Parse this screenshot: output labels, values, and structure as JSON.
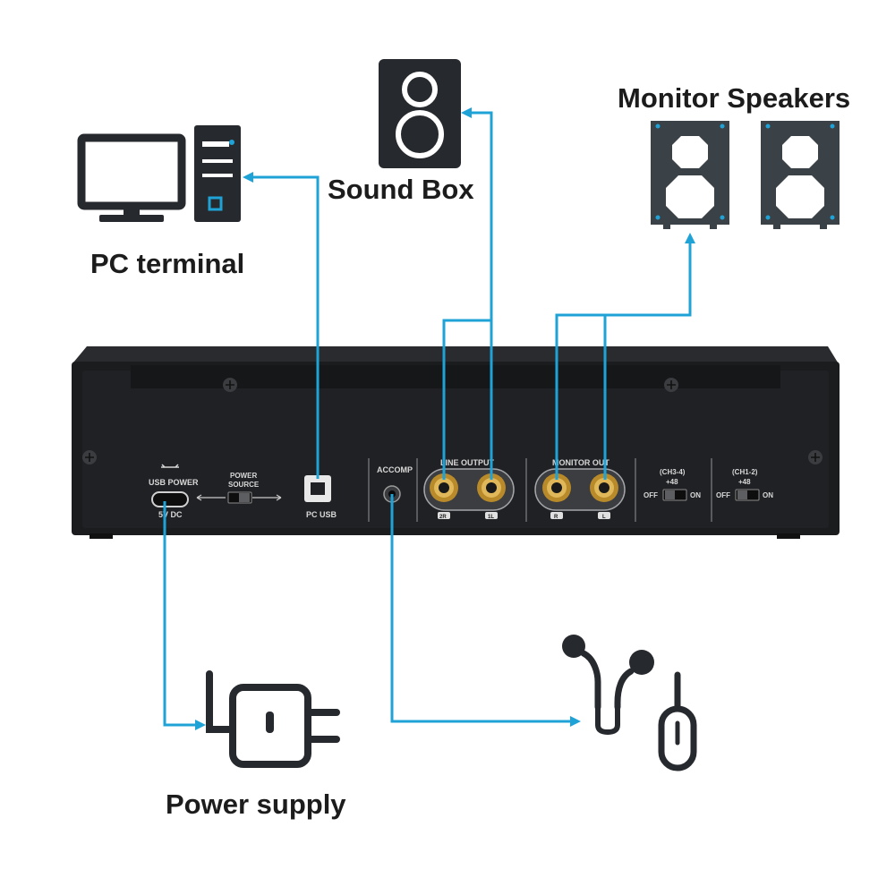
{
  "colors": {
    "wire": "#1fa3d6",
    "device_body": "#1b1c1e",
    "device_face": "#202124",
    "icon_dark": "#26292d",
    "speaker_panel": "#3a4147",
    "jack_gold": "#c8952e",
    "label_text": "#1c1c1c"
  },
  "labels": {
    "pc_terminal": "PC terminal",
    "sound_box": "Sound Box",
    "monitor_speakers": "Monitor Speakers",
    "power_supply": "Power supply"
  },
  "panel": {
    "usb_power": "USB POWER",
    "power_dc": "5V DC",
    "power_source_line1": "POWER",
    "power_source_line2": "SOURCE",
    "pc_usb": "PC USB",
    "accomp": "ACCOMP",
    "line_output": "LINE OUTPUT",
    "line_2r": "2R",
    "line_1l": "1L",
    "monitor_out": "MONITOR OUT",
    "monitor_r": "R",
    "monitor_l": "L",
    "ch34": "(CH3-4)",
    "ch34_phantom": "+48",
    "ch12": "(CH1-2)",
    "ch12_phantom": "+48",
    "off": "OFF",
    "on": "ON"
  },
  "icons": [
    "computer-icon",
    "speaker-icon",
    "monitor-speaker-icon",
    "power-plug-icon",
    "earphones-icon",
    "usb-icon"
  ]
}
